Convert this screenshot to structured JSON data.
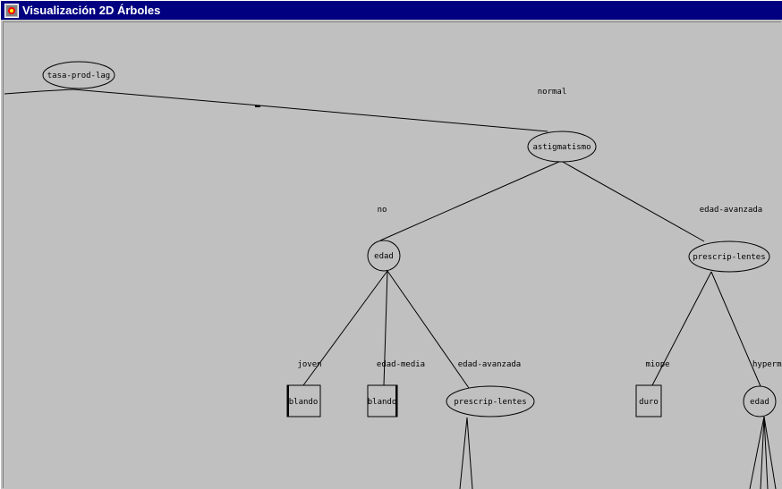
{
  "window": {
    "title": "Visualización 2D Árboles",
    "icon": "app-window-icon"
  },
  "tree": {
    "nodes": {
      "root": "tasa-prod-lag",
      "astigmatismo": "astigmatismo",
      "edad_left": "edad",
      "prescrip_right": "prescrip-lentes",
      "prescrip_mid": "prescrip-lentes",
      "edad_right": "edad"
    },
    "leaves": {
      "blando_1": "blando",
      "blando_2": "blando",
      "duro": "duro"
    },
    "edge_labels": {
      "normal": "normal",
      "no": "no",
      "edad_avanzada_top": "edad-avanzada",
      "joven": "joven",
      "edad_media": "edad-media",
      "edad_avanzada_mid": "edad-avanzada",
      "miope": "miope",
      "hypermetrope": "hyperme"
    }
  }
}
